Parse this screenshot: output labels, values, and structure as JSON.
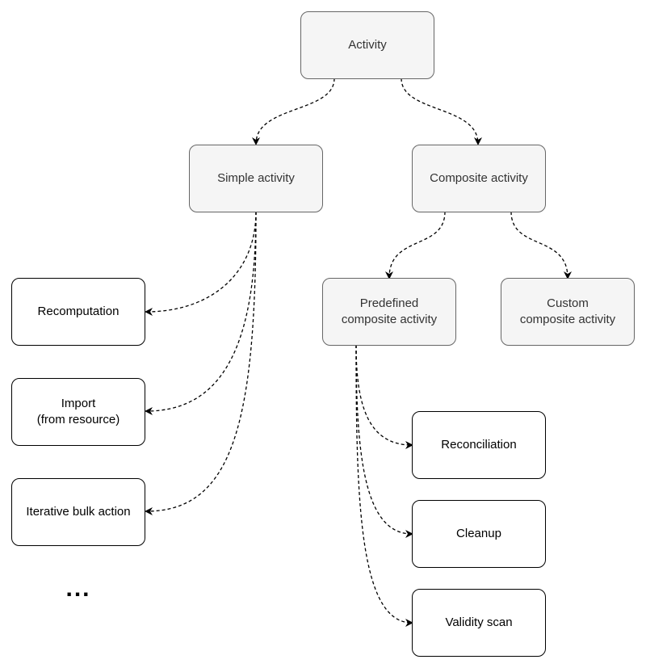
{
  "nodes": {
    "activity": "Activity",
    "simple_activity": "Simple activity",
    "composite_activity": "Composite activity",
    "predefined_composite_activity": "Predefined\ncomposite activity",
    "custom_composite_activity": "Custom\ncomposite activity",
    "recomputation": "Recomputation",
    "import": "Import\n(from resource)",
    "iterative_bulk_action": "Iterative bulk action",
    "reconciliation": "Reconciliation",
    "cleanup": "Cleanup",
    "validity_scan": "Validity scan",
    "ellipsis": "..."
  },
  "edges": [
    [
      "activity",
      "simple_activity"
    ],
    [
      "activity",
      "composite_activity"
    ],
    [
      "composite_activity",
      "predefined_composite_activity"
    ],
    [
      "composite_activity",
      "custom_composite_activity"
    ],
    [
      "simple_activity",
      "recomputation"
    ],
    [
      "simple_activity",
      "import"
    ],
    [
      "simple_activity",
      "iterative_bulk_action"
    ],
    [
      "predefined_composite_activity",
      "reconciliation"
    ],
    [
      "predefined_composite_activity",
      "cleanup"
    ],
    [
      "predefined_composite_activity",
      "validity_scan"
    ]
  ],
  "colors": {
    "category_fill": "#f5f5f5",
    "category_stroke": "#666666",
    "leaf_fill": "#ffffff",
    "leaf_stroke": "#000000",
    "edge": "#000000"
  }
}
